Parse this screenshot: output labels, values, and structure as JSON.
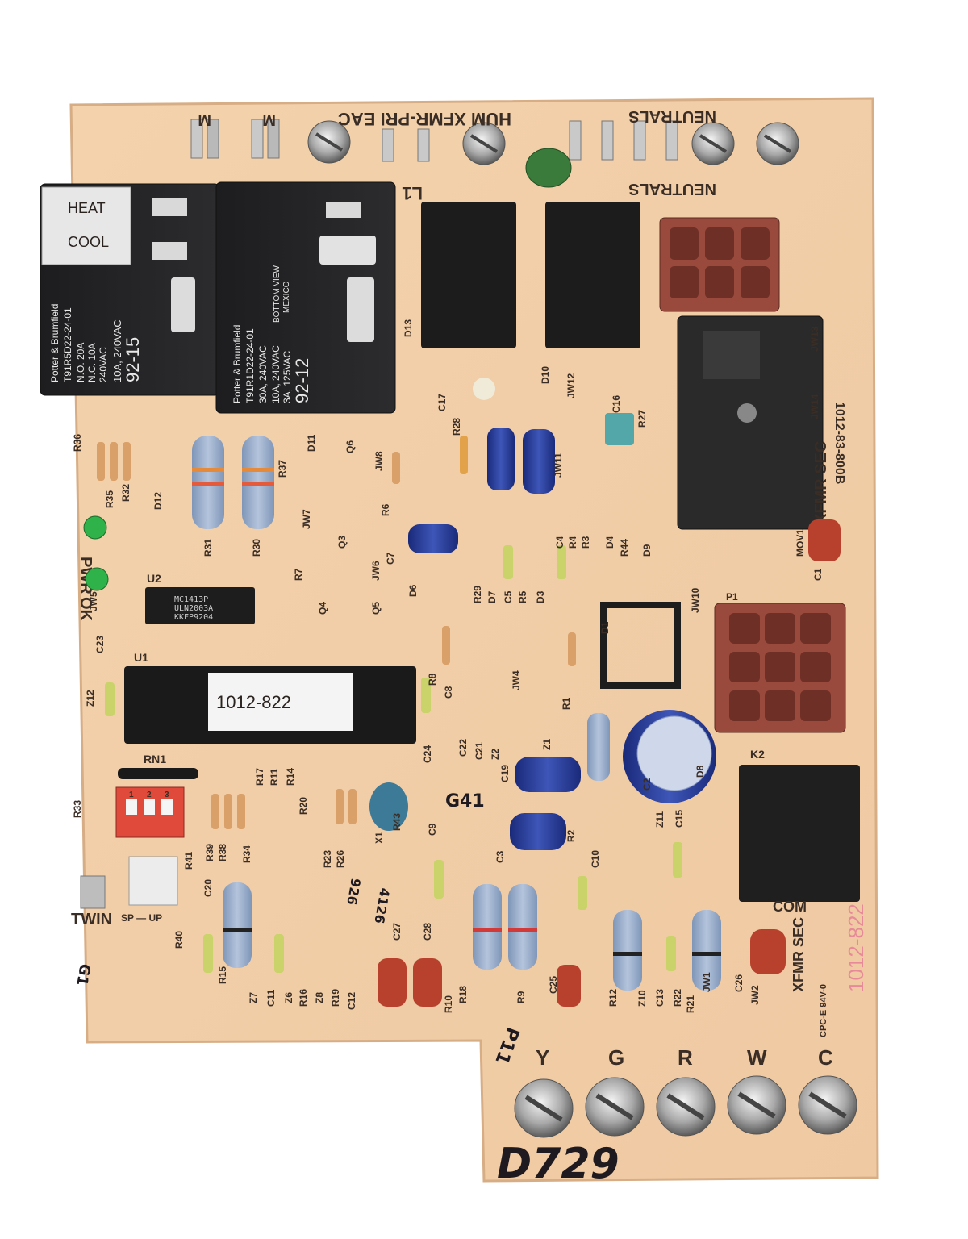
{
  "board": {
    "handwritten_code": "D729",
    "chip_label": "1012-822",
    "part_number_side": "1012-822",
    "part_number_relay": "1012-83-800B",
    "marker_g41": "G41",
    "marker_p11": "P11",
    "marker_g1": "G1",
    "marker_926": "926",
    "marker_4126": "4126"
  },
  "top_labels": {
    "m1": "M",
    "m2": "M",
    "pri": "HUM XFMR-PRI EAC",
    "neutrals_top": "NEUTRALS",
    "neutrals_bottom": "NEUTRALS",
    "l1": "L1"
  },
  "relays": {
    "heat_label": "HEAT",
    "cool_label": "COOL",
    "k1_brand": "Potter & Brumfield",
    "k1_model": "T91R5D22-24-01",
    "k1_rating_a": "N.O. 20A",
    "k1_rating_b": "N.C. 10A",
    "k1_rating_c": "240VAC",
    "k1_rating_d": "10A, 240VAC",
    "k1_date": "92-15",
    "k2_brand": "Potter & Brumfield",
    "k2_model": "T91R1D22-24-01",
    "k2_rating_a": "30A, 240VAC",
    "k2_rating_b": "10A, 240VAC",
    "k2_rating_c": "3A, 125VAC",
    "k2_date": "92-12",
    "k2_origin_a": "BOTTOM VIEW",
    "k2_origin_b": "MEXICO"
  },
  "ics": {
    "u2_label": "U2",
    "u2_line1": "MC1413P",
    "u2_line2": "ULN2003A",
    "u2_line3": "KKFP9204",
    "u1_label": "U1",
    "rn1_label": "RN1"
  },
  "side_labels": {
    "pwr": "PWR",
    "ok": "OK",
    "twin": "TWIN",
    "xfmr_sec_top": "XFMR SEC",
    "xfmr_sec_bottom": "XFMR SEC",
    "com": "COM",
    "cpc": "CPC-E 94V-0",
    "k2": "K2",
    "p1": "P1"
  },
  "terminals": [
    {
      "label": "Y"
    },
    {
      "label": "G"
    },
    {
      "label": "R"
    },
    {
      "label": "W"
    },
    {
      "label": "C"
    }
  ],
  "ref_designators": [
    "R36",
    "R35",
    "R32",
    "D12",
    "R31",
    "R30",
    "R37",
    "D11",
    "Q6",
    "Q3",
    "Q4",
    "Q5",
    "JW8",
    "JW7",
    "JW6",
    "JW5",
    "R6",
    "R7",
    "C17",
    "R28",
    "C23",
    "Z12",
    "C24",
    "R8",
    "C8",
    "JW4",
    "C22",
    "C21",
    "Z2",
    "Z1",
    "C19",
    "C3",
    "C9",
    "R43",
    "X1",
    "R33",
    "R17",
    "R11",
    "R14",
    "R20",
    "R39",
    "R38",
    "R34",
    "R23",
    "R26",
    "R41",
    "R40",
    "C20",
    "R15",
    "Z7",
    "C11",
    "Z6",
    "R16",
    "Z8",
    "R19",
    "C12",
    "C27",
    "C28",
    "R18",
    "R9",
    "R10",
    "C25",
    "R12",
    "Z10",
    "C13",
    "R22",
    "R21",
    "JW1",
    "C26",
    "JW2",
    "C10",
    "R2",
    "C2",
    "D8",
    "Z11",
    "C15",
    "R1",
    "D1",
    "JW10",
    "R44",
    "D4",
    "D9",
    "R27",
    "C16",
    "JW11",
    "JW12",
    "D10",
    "D13",
    "C4",
    "R4",
    "R3",
    "R29",
    "D7",
    "C5",
    "R5",
    "D3",
    "MOV1",
    "C1",
    "JW13",
    "JW14",
    "D6",
    "C7"
  ],
  "dip_switch": {
    "positions": [
      "1",
      "2",
      "3"
    ],
    "sp_up": "SP — UP"
  }
}
